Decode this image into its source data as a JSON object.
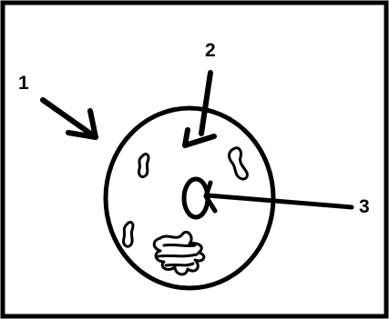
{
  "diagram": {
    "labels": [
      {
        "id": "label-1",
        "text": "1"
      },
      {
        "id": "label-2",
        "text": "2"
      },
      {
        "id": "label-3",
        "text": "3"
      }
    ],
    "colors": {
      "ink": "#000000",
      "background": "#ffffff"
    }
  }
}
